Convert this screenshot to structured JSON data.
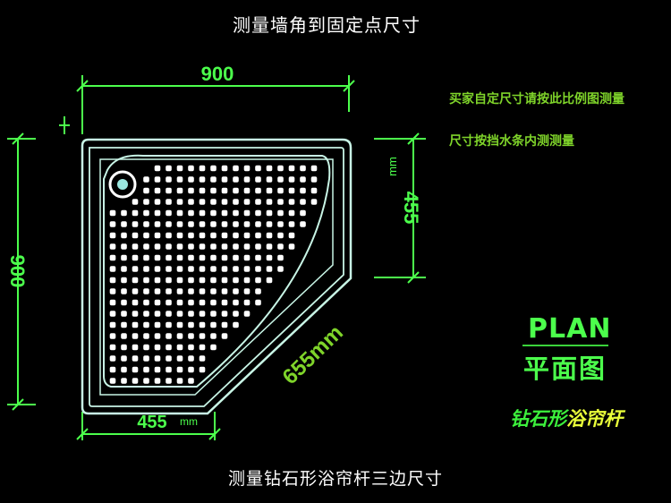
{
  "titles": {
    "top": "测量墙角到固定点尺寸",
    "bottom": "测量钻石形浴帘杆三边尺寸"
  },
  "notes": {
    "line1": "买家自定尺寸请按此比例图测量",
    "line2": "尺寸按挡水条内测测量"
  },
  "dimensions": {
    "top_width": "900",
    "left_height": "900",
    "right_side": "455",
    "right_side_unit": "mm",
    "bottom_side": "455",
    "bottom_side_unit": "mm",
    "diagonal": "655mm"
  },
  "plan_label": {
    "en": "PLAN",
    "zh": "平面图"
  },
  "brand": {
    "part1": "钻石形",
    "part2": "浴帘杆"
  },
  "colors": {
    "background": "#000000",
    "drawing_line": "#c8f5e6",
    "dimension_line": "#4cff4c",
    "note_text": "#7fd42a",
    "diagonal_text": "#7fd42a",
    "title_text": "#ffffff",
    "brand_accent": "#eaff3a"
  }
}
